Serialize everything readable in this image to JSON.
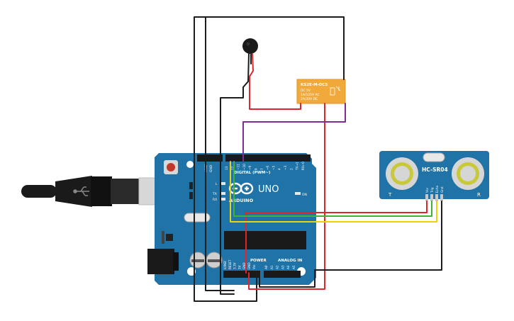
{
  "relay": {
    "model": "KS2E-M-DC5",
    "lines": [
      "DC 5V",
      "1A/125V AC",
      "2A/30V DC"
    ]
  },
  "arduino": {
    "logo": "ARDUINO",
    "board": "UNO",
    "digital_header": "DIGITAL (PWM~)",
    "power_header": "POWER",
    "analog_header": "ANALOG IN",
    "on_label": "ON",
    "led_l": "L",
    "led_tx": "TX",
    "led_rx": "RX",
    "aref": "AREF",
    "gnd": "GND",
    "digital_pins": [
      "13",
      "12",
      "~11",
      "~10",
      "~9",
      "8",
      "7",
      "~6",
      "~5",
      "4",
      "~3",
      "2",
      "TX→1",
      "RX←0"
    ],
    "power_pins": [
      "IOREF",
      "RESET",
      "3.3V",
      "5V",
      "GND",
      "GND",
      "Vin"
    ],
    "analog_pins": [
      "A0",
      "A1",
      "A2",
      "A3",
      "A4",
      "A5"
    ]
  },
  "sensor": {
    "model": "HC-SR04",
    "pins": [
      "Vcc",
      "Trig",
      "Echo",
      "Gnd"
    ],
    "marker_t": "T",
    "marker_r": "R"
  },
  "wire_colors": {
    "black": "#1c1c1c",
    "red": "#e0262a",
    "purple": "#7f2c96",
    "yellow": "#e7d40f",
    "green": "#3fb337"
  }
}
